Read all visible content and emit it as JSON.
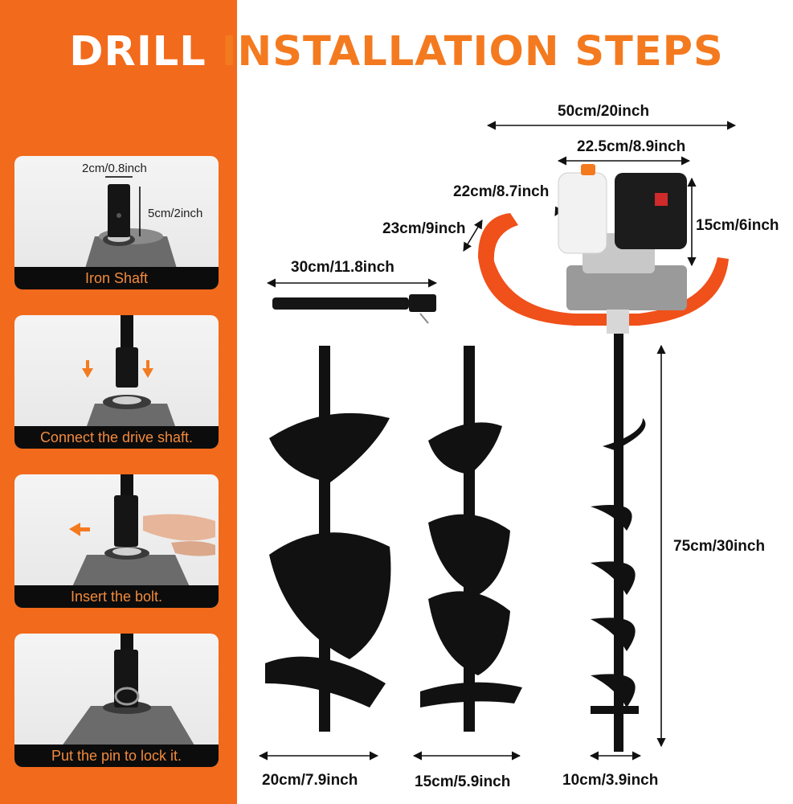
{
  "title": {
    "word1": "DRILL",
    "word2": "INSTALLATION STEPS"
  },
  "steps": [
    {
      "caption": "Iron Shaft",
      "dims": [
        "2cm/0.8inch",
        "5cm/2inch"
      ]
    },
    {
      "caption": "Connect the drive shaft."
    },
    {
      "caption": "Insert the bolt."
    },
    {
      "caption": "Put the pin to lock it."
    }
  ],
  "dimensions": {
    "engine_width": "50cm/20inch",
    "engine_body": "22.5cm/8.9inch",
    "tank_depth": "22cm/8.7inch",
    "handle_depth": "23cm/9inch",
    "engine_height": "15cm/6inch",
    "extension": "30cm/11.8inch",
    "bit_length": "75cm/30inch",
    "bit_large": "20cm/7.9inch",
    "bit_medium": "15cm/5.9inch",
    "bit_small": "10cm/3.9inch"
  },
  "colors": {
    "accent": "#f26a1b",
    "title_orange": "#f47a20",
    "caption_text": "#f28a3c"
  }
}
